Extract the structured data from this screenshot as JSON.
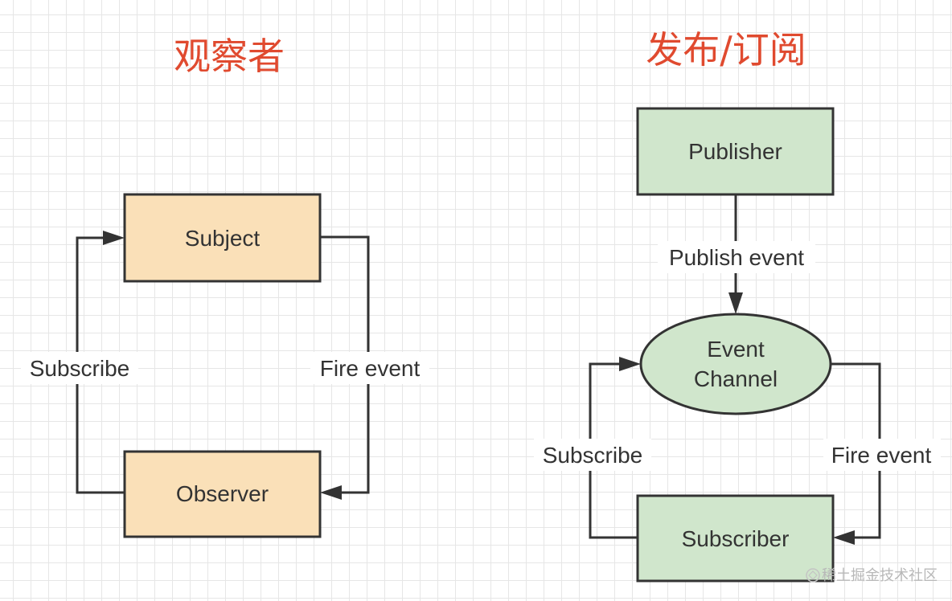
{
  "colors": {
    "title": "#e04a2f",
    "observer_fill": "#fae0b8",
    "pubsub_fill": "#d0e6cc",
    "stroke": "#333333",
    "grid": "#e6e6e6",
    "background": "#ffffff"
  },
  "observer_pattern": {
    "title": "观察者",
    "nodes": {
      "subject": "Subject",
      "observer": "Observer"
    },
    "edges": {
      "subscribe": "Subscribe",
      "fire_event": "Fire event"
    }
  },
  "pubsub_pattern": {
    "title": "发布/订阅",
    "nodes": {
      "publisher": "Publisher",
      "event_channel_line1": "Event",
      "event_channel_line2": "Channel",
      "subscriber": "Subscriber"
    },
    "edges": {
      "publish_event": "Publish event",
      "subscribe": "Subscribe",
      "fire_event": "Fire event"
    }
  },
  "watermark": {
    "icon": "juejin-logo-icon",
    "text": "稀土掘金技术社区"
  }
}
